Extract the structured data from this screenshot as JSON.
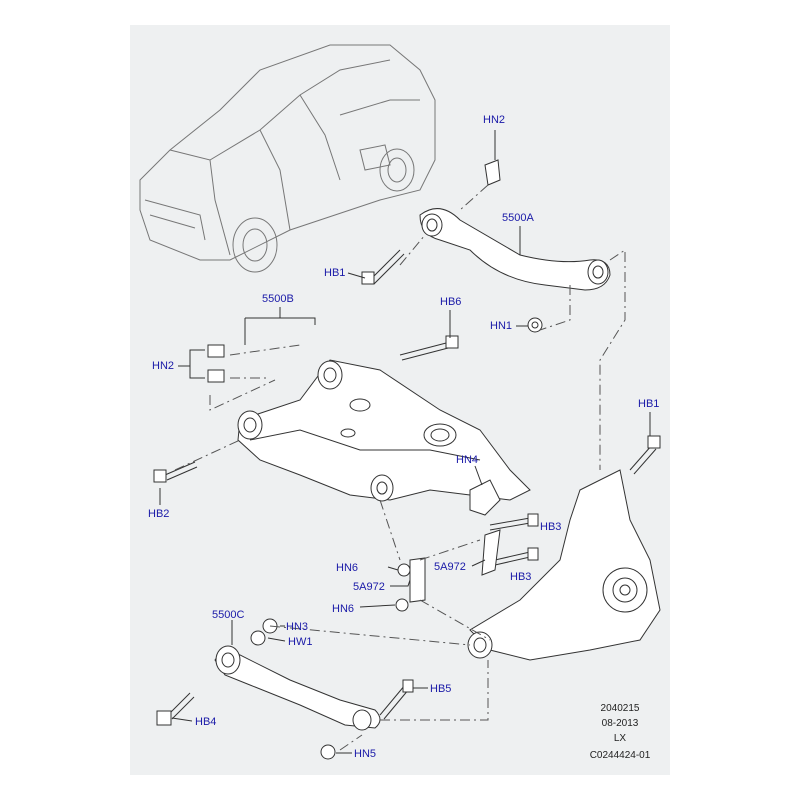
{
  "callouts": {
    "hn2_top": "HN2",
    "a5500": "5500A",
    "hb1_left": "HB1",
    "hn1": "HN1",
    "b5500": "5500B",
    "hb6": "HB6",
    "hn2_left": "HN2",
    "hb1_right": "HB1",
    "hn4": "HN4",
    "hb2": "HB2",
    "hb3_a": "HB3",
    "hn6_a": "HN6",
    "a972_right": "5A972",
    "hb3_b": "HB3",
    "a972_left": "5A972",
    "hn6_b": "HN6",
    "c5500": "5500C",
    "hn3": "HN3",
    "hw1": "HW1",
    "hb5": "HB5",
    "hb4": "HB4",
    "hn5": "HN5"
  },
  "info": {
    "line1": "2040215",
    "line2": "08-2013",
    "line3": "LX",
    "line4": "C0244424-01"
  },
  "colors": {
    "label": "#1a1aa8",
    "panel": "#eef0f1",
    "line": "#333333"
  }
}
